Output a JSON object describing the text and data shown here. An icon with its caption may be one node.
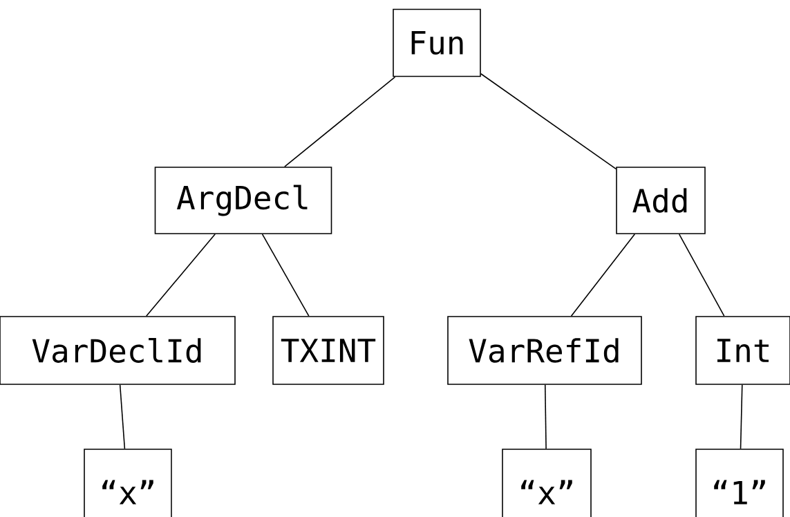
{
  "diagram": {
    "nodes": [
      {
        "text": [
          "Fun"
        ]
      },
      {
        "text": [
          "ArgDecl"
        ]
      },
      {
        "text": [
          "Add"
        ]
      },
      {
        "text": [
          "VarDeclId"
        ]
      },
      {
        "text": [
          "TXINT"
        ]
      },
      {
        "text": [
          "VarRefId"
        ]
      },
      {
        "text": [
          "Int"
        ]
      },
      {
        "text": [
          "“x”"
        ]
      },
      {
        "text": [
          "“x”"
        ]
      },
      {
        "text": [
          "“1”"
        ]
      }
    ],
    "edges": [
      {
        "from": 0,
        "to": 1,
        "arrow": "none"
      },
      {
        "from": 0,
        "to": 2,
        "arrow": "none"
      },
      {
        "from": 1,
        "to": 3,
        "arrow": "none"
      },
      {
        "from": 1,
        "to": 4,
        "arrow": "none"
      },
      {
        "from": 2,
        "to": 5,
        "arrow": "none"
      },
      {
        "from": 2,
        "to": 6,
        "arrow": "none"
      },
      {
        "from": 3,
        "to": 7,
        "arrow": "none"
      },
      {
        "from": 5,
        "to": 8,
        "arrow": "none"
      },
      {
        "from": 6,
        "to": 9,
        "arrow": "none"
      }
    ]
  }
}
